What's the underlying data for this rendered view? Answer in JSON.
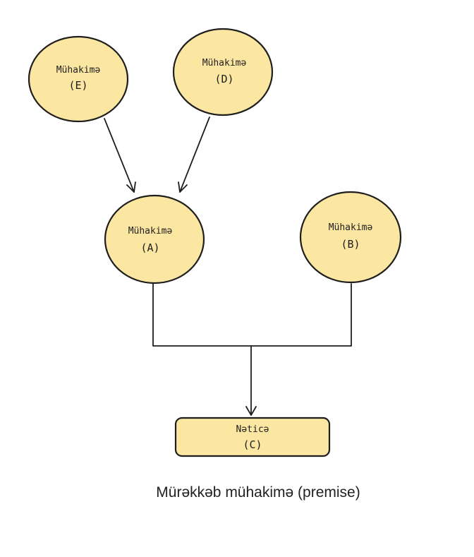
{
  "nodes": {
    "e": {
      "title": "Mühakimə",
      "label": "(E)"
    },
    "d": {
      "title": "Mühakimə",
      "label": "(D)"
    },
    "a": {
      "title": "Mühakimə",
      "label": "(A)"
    },
    "b": {
      "title": "Mühakimə",
      "label": "(B)"
    },
    "c": {
      "title": "Nəticə",
      "label": "(C)"
    }
  },
  "caption": "Mürəkkəb mühakimə (premise)",
  "colors": {
    "node_fill": "#fbe6a2",
    "stroke": "#1e1e1e"
  }
}
